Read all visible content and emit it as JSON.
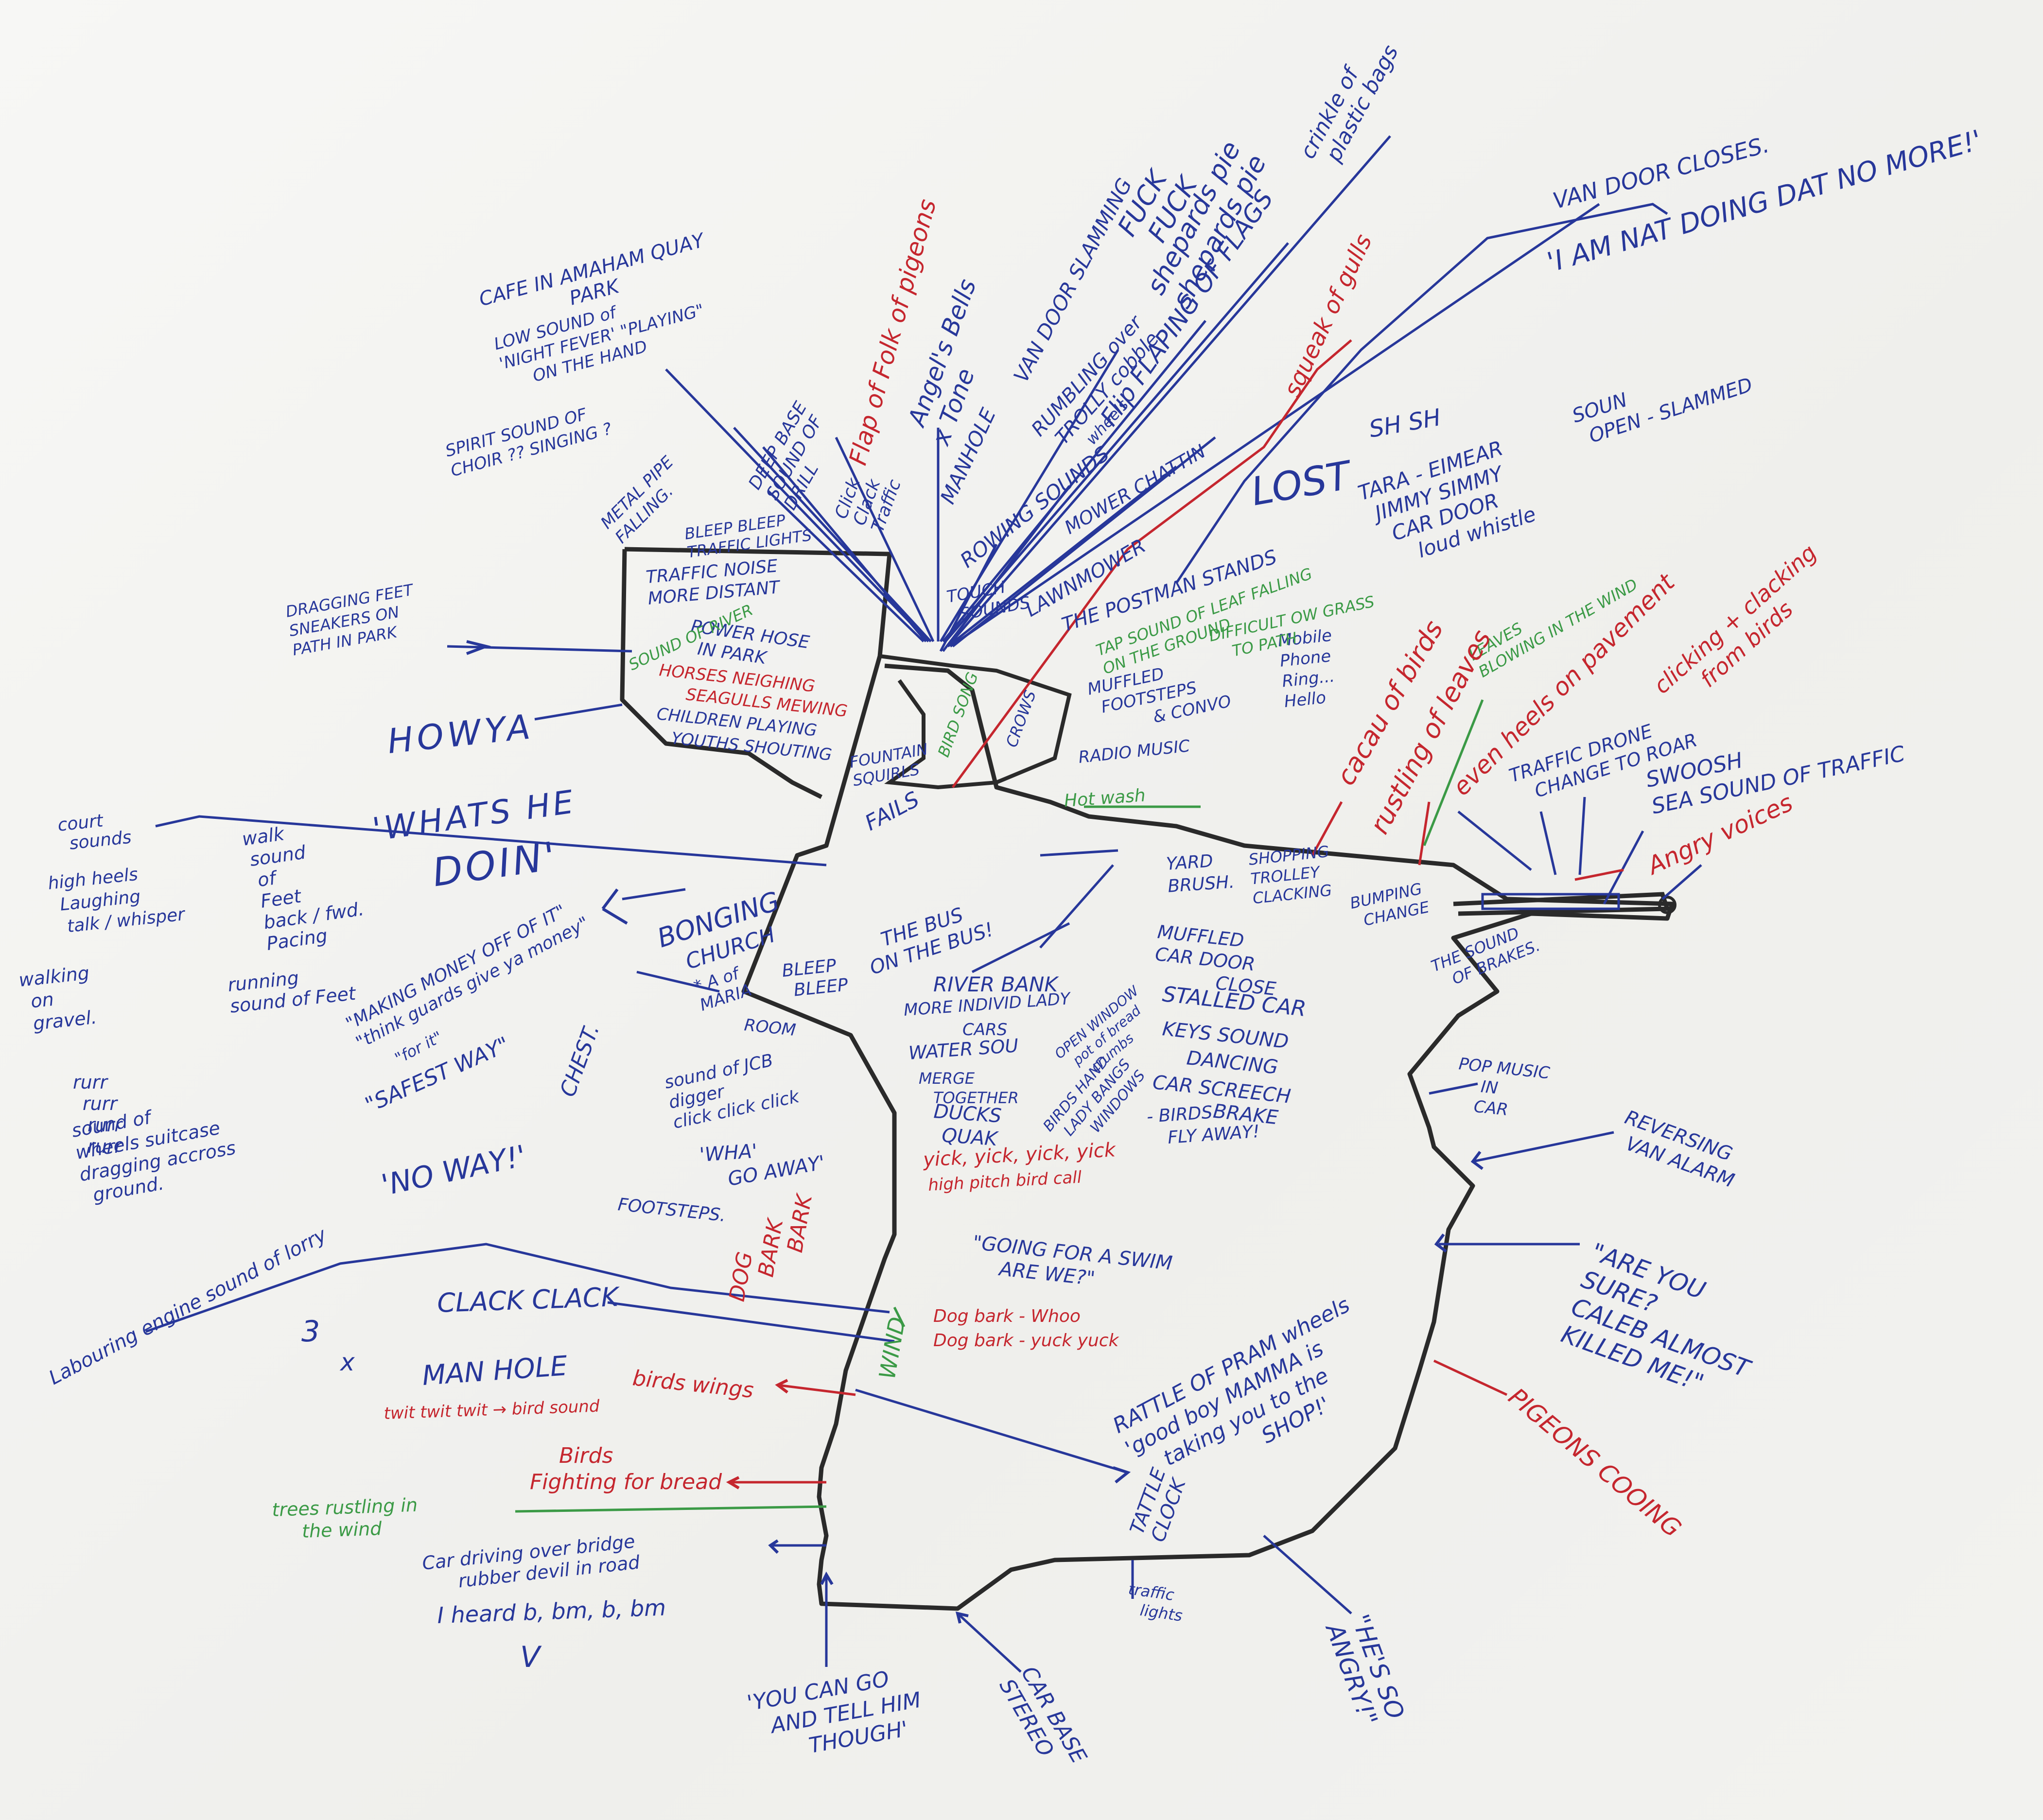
{
  "colors": {
    "blue": "#27379a",
    "red": "#c5262e",
    "green": "#3b9a46",
    "outline": "#2a2a2a",
    "board": "#f3f3f1"
  },
  "labels": {
    "cafe": [
      "CAFE IN AMAHAM QUAY",
      "PARK"
    ],
    "low_sound": [
      "LOW SOUND of",
      "'NIGHT FEVER' \"PLAYING\"",
      "ON THE HAND"
    ],
    "spirit_choir": [
      "SPIRIT SOUND OF",
      "CHOIR ?? SINGING ?"
    ],
    "metal_pipe": [
      "METAL PIPE",
      "FALLING."
    ],
    "deep_base": [
      "DEEP BASE",
      "SOUND OF",
      "DRILL"
    ],
    "bleep": [
      "BLEEP BLEEP",
      "TRAFFIC LIGHTS"
    ],
    "traffic_noise": [
      "TRAFFIC NOISE",
      "MORE DISTANT"
    ],
    "power_hose": [
      "POWER HOSE",
      "IN PARK"
    ],
    "sound_river": [
      "SOUND OF RIVER"
    ],
    "horses": [
      "HORSES NEIGHING"
    ],
    "seagulls": [
      "SEAGULLS MEWING"
    ],
    "children": [
      "CHILDREN PLAYING"
    ],
    "youths": [
      "YOUTHS SHOUTING"
    ],
    "drag_feet": [
      "DRAGGING FEET",
      "SNEAKERS ON",
      "PATH IN PARK"
    ],
    "howya": "HOWYA",
    "court": [
      "court",
      "sounds"
    ],
    "heels": [
      "high heels",
      "Laughing",
      "talk / whisper"
    ],
    "walk": [
      "walk",
      "sound",
      "of",
      "Feet",
      "back / fwd.",
      "Pacing"
    ],
    "running": [
      "running",
      "sound of Feet"
    ],
    "walking": [
      "walking",
      "on",
      "gravel."
    ],
    "rurr": [
      "rurr",
      "rurr",
      "rurr",
      "rurr"
    ],
    "suitcase": [
      "sound of",
      "wheels suitcase",
      "dragging accross",
      "ground."
    ],
    "whats": [
      "'WHATS HE",
      "DOIN'"
    ],
    "making_money": [
      "\"MAKING MONEY OFF OF IT\"",
      "\"think guards give ya money\""
    ],
    "for_it": [
      "\"for it\""
    ],
    "safest": [
      "\"SAFEST WAY\""
    ],
    "chest": "CHEST.",
    "bonging": [
      "BONGING",
      "CHURCH",
      "* A of",
      "MARIA"
    ],
    "bleep2": [
      "BLEEP",
      "BLEEP"
    ],
    "room": "ROOM",
    "jcb": [
      "sound of JCB",
      "digger",
      "click click click"
    ],
    "no_way": "'NO WAY!'",
    "wha": "'WHA'",
    "go_away": "GO AWAY'",
    "footsteps": "FOOTSTEPS.",
    "lorry": "Labouring engine sound of lorry",
    "dog_bark": [
      "DOG",
      "BARK",
      "BARK"
    ],
    "clack": "CLACK CLACK",
    "three": "3",
    "times": "x",
    "manhole": "MAN HOLE",
    "bird_wings": "birds wings",
    "twit": "twit twit twit → bird sound",
    "birds_fighting": [
      "Birds",
      "Fighting for bread"
    ],
    "trees": [
      "trees rustling in",
      "the wind"
    ],
    "car_bridge": [
      "Car driving over bridge",
      "rubber devil in road"
    ],
    "i_heard": "I heard b, bm, b, bm",
    "v": "V",
    "you_can_go": [
      "'YOU CAN GO",
      "AND TELL HIM",
      "THOUGH'"
    ],
    "car_base": [
      "CAR BASE",
      "STEREO"
    ],
    "traffic_lights": [
      "traffic",
      "lights"
    ],
    "hes_so": [
      "\"HE'S SO",
      "ANGRY!\""
    ],
    "pigeons": "PIGEONS COOING",
    "are_you_sure": [
      "\"ARE YOU",
      "SURE?",
      "CALEB ALMOST",
      "KILLED ME!\""
    ],
    "reversing": [
      "REVERSING",
      "VAN ALARM"
    ],
    "pop_music": [
      "POP MUSIC",
      "IN",
      "CAR"
    ],
    "angry_voice": "Angry voices",
    "swoosh": [
      "SWOOSH",
      "SEA SOUND OF TRAFFIC"
    ],
    "clicking": [
      "clicking + clacking",
      "from birds"
    ],
    "heels_pavement": "even heels on pavement",
    "traffic_drone": [
      "TRAFFIC DRONE",
      "CHANGE TO ROAR"
    ],
    "leaves": [
      "LEAVES",
      "BLOWING IN THE WIND"
    ],
    "cacau": "cacau of birds",
    "rustling": "rustling of leaves",
    "bumping": [
      "BUMPING",
      "CHANGE"
    ],
    "the_sound": [
      "THE SOUND",
      "OF BRAKES."
    ],
    "mobile": [
      "Mobile",
      "Phone",
      "Ring...",
      "Hello"
    ],
    "lost": "LOST",
    "sh_sh": "SH   SH",
    "tara": [
      "TARA - EIMEAR",
      "JIMMY SIMMY",
      "CAR DOOR",
      "loud whistle"
    ],
    "slammed": [
      "SOUN",
      "OPEN - SLAMMED"
    ],
    "van_door_closes": "VAN DOOR CLOSES.",
    "not_doing": "'I AM NAT DOING DAT NO MORE!'",
    "squeak": "squeak of gulls",
    "flags": "Flip FLAPING OF FLAGS",
    "shepards": [
      "shepards pie",
      "shepards pie"
    ],
    "crinkle": [
      "crinkle of",
      "plastic bags"
    ],
    "fuck": [
      "FUCK",
      "FUCK"
    ],
    "van_door_slamming": "VAN DOOR SLAMMING",
    "rumbling": [
      "RUMBLING over",
      "TROLLY cobble",
      "wheels"
    ],
    "flap_pigeons": "Flap of Folk of pigeons",
    "angel_bells": [
      "Angel's Bells",
      "x Tone"
    ],
    "click_clack": [
      "Click",
      "Clack",
      "Traffic"
    ],
    "manhole2": "MANHOLE",
    "rowing": "ROWING SOUNDS",
    "mower": "LAWNMOWER",
    "mower_chattin": "MOWER CHATTIN",
    "footstep_sounds": [
      "TOUCH",
      "SOUNDS"
    ],
    "postman": "THE POSTMAN STANDS",
    "tap_leaf": [
      "TAP SOUND OF LEAF FALLING",
      "ON THE GROUND"
    ],
    "difficult": [
      "DIFFICULT OW GRASS",
      "TO PATH"
    ],
    "muffled": [
      "MUFFLED",
      "FOOTSTEPS",
      "& CONVO"
    ],
    "radio": "RADIO MUSIC",
    "hot_wash": "Hot wash",
    "yard": [
      "YARD",
      "BRUSH."
    ],
    "shopping": [
      "SHOPPING",
      "TROLLEY",
      "CLACKING"
    ],
    "muffled_car": [
      "MUFFLED",
      "CAR DOOR",
      "CLOSE"
    ],
    "stalled": "STALLED CAR",
    "keys": "KEYS SOUND",
    "dancing": "DANCING",
    "car_screech": [
      "CAR SCREECH",
      "BRAKE"
    ],
    "river_bank": "RIVER BANK",
    "more_individ": "MORE INDIVID LADY",
    "cars": "CARS",
    "water_sou": "WATER SOU",
    "merge": [
      "MERGE",
      "TOGETHER"
    ],
    "ducks": [
      "DUCKS",
      "QUAK"
    ],
    "open_window": [
      "OPEN WINDOW",
      "pot of bread",
      "crumbs"
    ],
    "birds_hand": [
      "BIRDS HAND",
      "LADY BANGS",
      "WINDOWS"
    ],
    "birds_fly": [
      "- BIRDS",
      "FLY AWAY!"
    ],
    "yick": "yick, yick, yick, yick",
    "high_pitch": "high pitch bird call",
    "going_swim": [
      "\"GOING FOR A SWIM",
      "ARE WE?\""
    ],
    "dog_whoo": "Dog bark - Whoo",
    "dog_yuck": "Dog bark - yuck yuck",
    "wind": "WIND",
    "rattle": [
      "RATTLE OF PRAM wheels",
      "'good boy MAMMA is",
      "taking you to the",
      "SHOP!'"
    ],
    "tattle": [
      "TATTLE",
      "CLOCK"
    ],
    "bus": [
      "THE BUS",
      "ON THE BUS!"
    ],
    "fails": "FAILS",
    "fountain": [
      "FOUNTAIN",
      "SQUIRLS"
    ],
    "bird_song": "BIRD SONG",
    "crows": "CROWS"
  }
}
